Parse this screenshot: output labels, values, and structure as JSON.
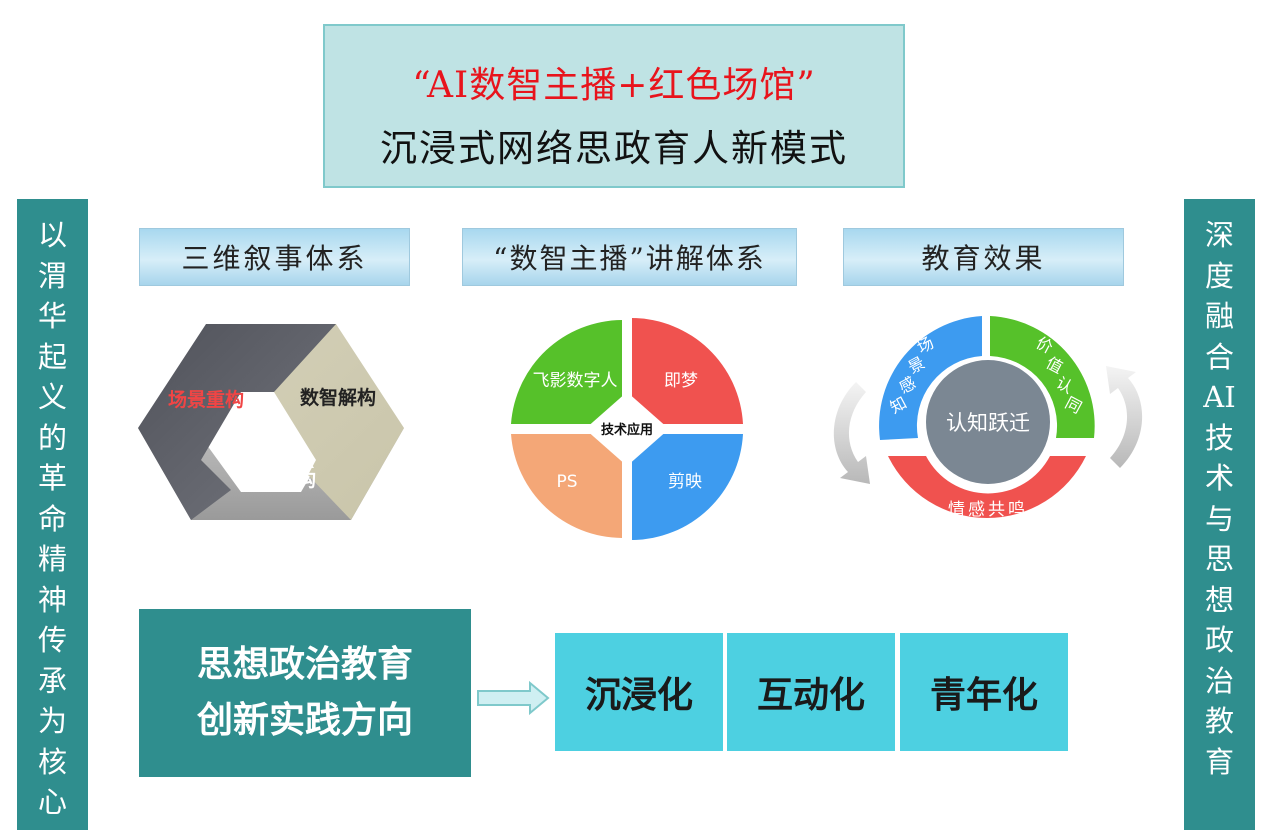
{
  "title": {
    "line1": "“AI数智主播+红色场馆”",
    "line2": "沉浸式网络思政育人新模式"
  },
  "left_banner": [
    "以",
    "渭",
    "华",
    "起",
    "义",
    "的",
    "革",
    "命",
    "精",
    "神",
    "传",
    "承",
    "为",
    "核",
    "心"
  ],
  "right_banner": [
    "深",
    "度",
    "融",
    "合",
    "AI",
    "技",
    "术",
    "与",
    "思",
    "想",
    "政",
    "治",
    "教",
    "育"
  ],
  "sections": {
    "narrative": {
      "header": "三维叙事体系",
      "segments": {
        "scene": "场景重构",
        "data": "数智解构",
        "value": "价值建构"
      }
    },
    "anchor": {
      "header": "“数智主播”讲解体系",
      "center": "技术应用",
      "quadrants": {
        "top_left": "飞影数字人",
        "top_right": "即梦",
        "bottom_left": "PS",
        "bottom_right": "剪映"
      }
    },
    "effect": {
      "header": "教育效果",
      "center": "认知跃迁",
      "arcs": {
        "blue": "场景感知",
        "green": "价值认同",
        "red": "情感共鸣"
      }
    }
  },
  "practice": {
    "box_line1": "思想政治教育",
    "box_line2": "创新实践方向",
    "tiles": [
      "沉浸化",
      "互动化",
      "青年化"
    ]
  },
  "colors": {
    "teal": "#2f8e8e",
    "title_red": "#e8141c",
    "tile_cyan": "#4dd0e1",
    "green": "#56c12a",
    "red": "#f0524f",
    "blue": "#3d9bf0",
    "orange": "#f4a777",
    "center_gray": "#7b8793"
  }
}
